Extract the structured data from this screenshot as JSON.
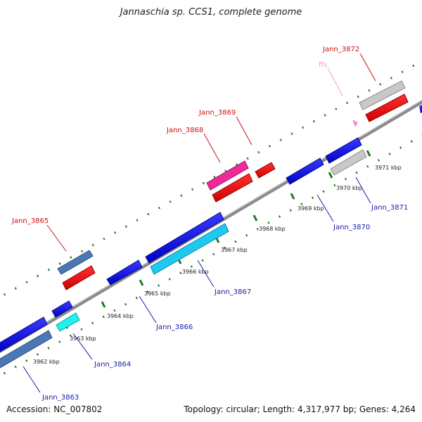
{
  "title": "Jannaschia sp. CCS1, complete genome",
  "footer": {
    "accession": "Accession: NC_007802",
    "summary": "Topology: circular; Length: 4,317,977 bp; Genes: 4,264"
  },
  "colors": {
    "backbone": "#8a8a8a",
    "dots": "#1e7a1e",
    "top_label": "#cc1111",
    "bottom_label": "#1a1aaa",
    "rna_label": "#f0a0c0"
  },
  "kbp_ticks": [
    "3962 kbp",
    "3963 kbp",
    "3964 kbp",
    "3965 kbp",
    "3966 kbp",
    "3967 kbp",
    "3968 kbp",
    "3969 kbp",
    "3970 kbp",
    "3971 kbp"
  ],
  "genes_top": [
    {
      "label": "Jann_3865",
      "color": "#cc1111"
    },
    {
      "label": "Jann_3868",
      "color": "#cc1111"
    },
    {
      "label": "Jann_3869",
      "color": "#cc1111"
    },
    {
      "label": "Jann_3872",
      "color": "#cc1111"
    },
    {
      "label": "ffs",
      "color": "#f0a0c0"
    }
  ],
  "genes_bottom": [
    {
      "label": "Jann_3863",
      "color": "#1a1aaa"
    },
    {
      "label": "Jann_3864",
      "color": "#1a1aaa"
    },
    {
      "label": "Jann_3866",
      "color": "#1a1aaa"
    },
    {
      "label": "Jann_3867",
      "color": "#1a1aaa"
    },
    {
      "label": "Jann_3870",
      "color": "#1a1aaa"
    },
    {
      "label": "Jann_3871",
      "color": "#1a1aaa"
    }
  ]
}
